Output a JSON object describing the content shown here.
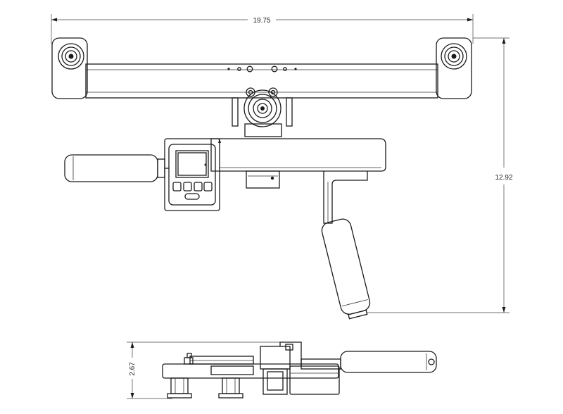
{
  "dimensions": {
    "width": "19.75",
    "height": "12.92",
    "depth": "2.67"
  }
}
